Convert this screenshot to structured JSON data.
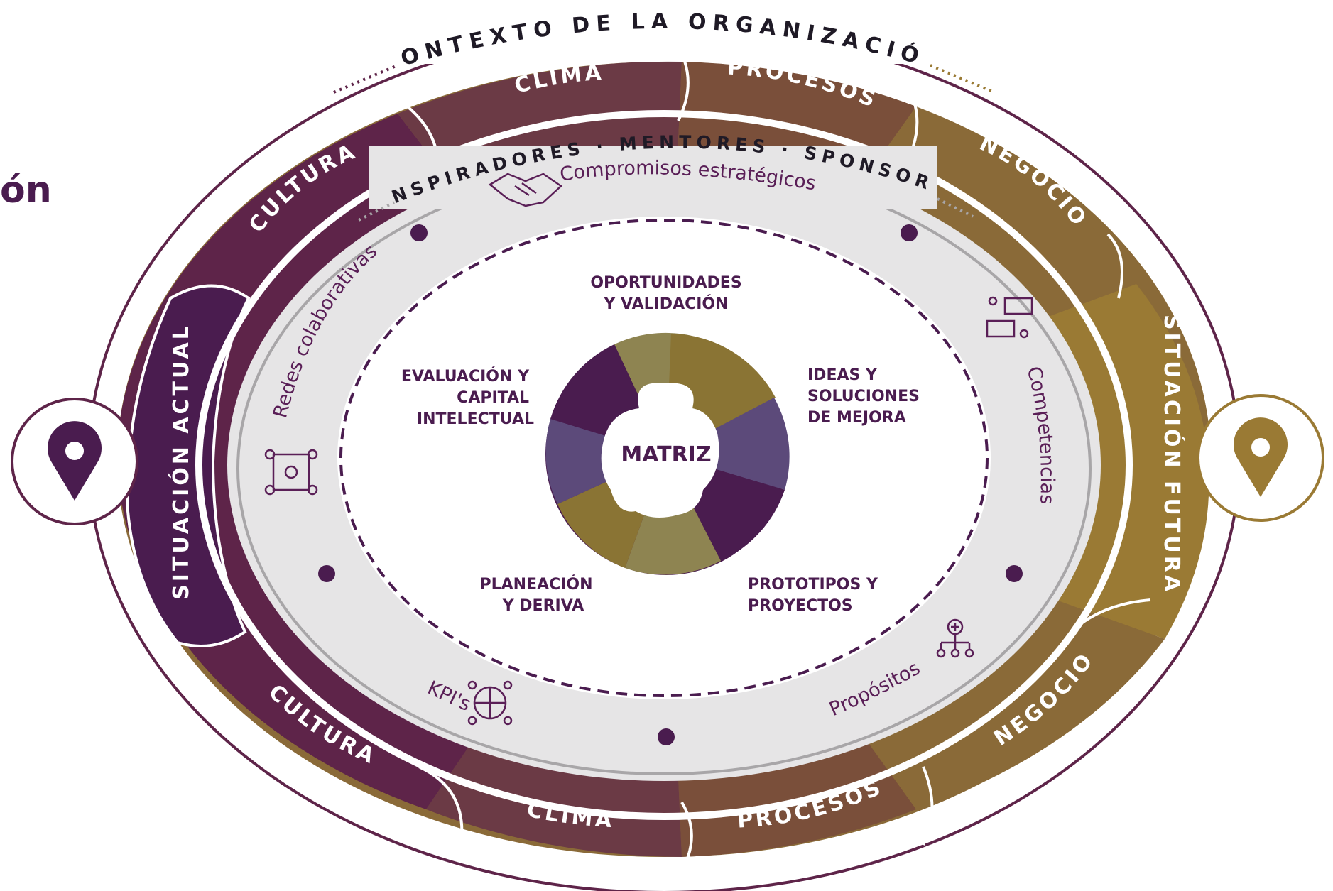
{
  "partial_title": "ón",
  "context": "CONTEXTO DE LA ORGANIZACIÓN",
  "ring_segments": {
    "top_left_cultura": "CULTURA",
    "top_clima": "CLIMA",
    "top_procesos": "PROCESOS",
    "top_negocio": "NEGOCIO",
    "left_situacion_actual": "SITUACIÓN ACTUAL",
    "right_situacion_futura": "SITUACIÓN FUTURA",
    "bottom_left_cultura": "CULTURA",
    "bottom_clima": "CLIMA",
    "bottom_procesos": "PROCESOS",
    "bottom_negocio": "NEGOCIO"
  },
  "roles": "INSPIRADORES · MENTORES · SPONSORS",
  "enablers": {
    "compromisos": "Compromisos estratégicos",
    "redes": "Redes colaborativas",
    "competencias": "Competencias",
    "kpis": "KPI's",
    "propositos": "Propósitos"
  },
  "phases": {
    "oportunidades": [
      "OPORTUNIDADES",
      "Y VALIDACIÓN"
    ],
    "ideas": [
      "IDEAS Y",
      "SOLUCIONES",
      "DE MEJORA"
    ],
    "prototipos": [
      "PROTOTIPOS Y",
      "PROYECTOS"
    ],
    "planeacion": [
      "PLANEACIÓN",
      "Y DERIVA"
    ],
    "evaluacion": [
      "EVALUACIÓN Y",
      "CAPITAL",
      "INTELECTUAL"
    ]
  },
  "center": "MATRIZ",
  "colors": {
    "purple_dark": "#4a1c4f",
    "purple_mid": "#5e2449",
    "maroon": "#6b3a45",
    "brown": "#7a4f3a",
    "gold_brown": "#8a6a38",
    "gold": "#9a7a34",
    "light_gray": "#e6e5e6",
    "violet": "#5c4a7a",
    "olive": "#8e8451"
  },
  "icons": {
    "left_pin": "location-pin-icon",
    "right_pin": "location-pin-icon",
    "handshake": "handshake-icon",
    "network": "network-icon",
    "chat": "chat-people-icon",
    "basketball": "team-ball-icon",
    "org": "org-chart-plus-icon"
  }
}
